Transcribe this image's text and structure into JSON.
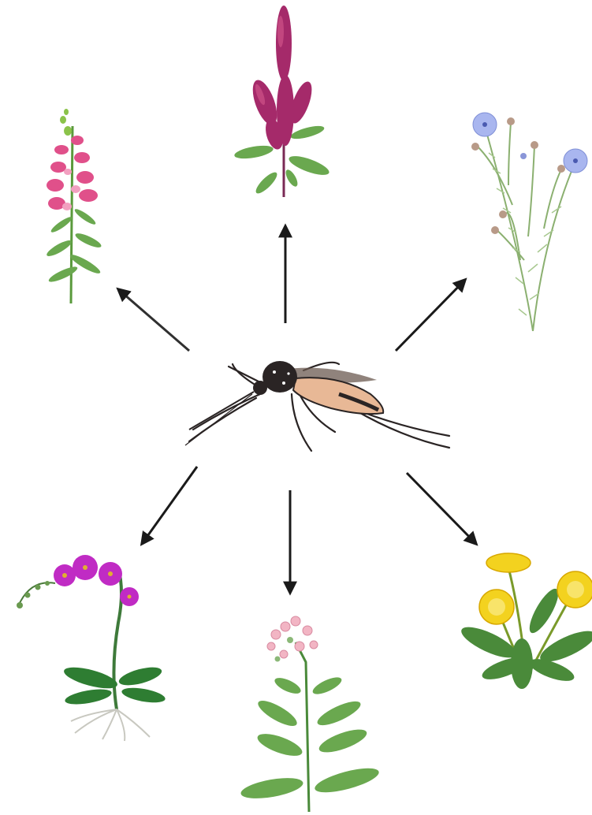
{
  "diagram": {
    "center": {
      "icon": "mosquito-icon"
    },
    "plants": [
      {
        "key": "snapdragon",
        "icon": "snapdragon-icon",
        "color": "#e0508a"
      },
      {
        "key": "amaranth",
        "icon": "amaranth-icon",
        "color": "#a52a6a"
      },
      {
        "key": "flax",
        "icon": "flax-icon",
        "color": "#9aa6e6"
      },
      {
        "key": "orchid",
        "icon": "orchid-icon",
        "color": "#c02bc4"
      },
      {
        "key": "valerian",
        "icon": "valerian-icon",
        "color": "#f2b5c4"
      },
      {
        "key": "dandelion",
        "icon": "dandelion-icon",
        "color": "#f3d21f"
      }
    ],
    "arrow_color": "#1a1a1a",
    "leaf_color": "#5a9a3c"
  }
}
